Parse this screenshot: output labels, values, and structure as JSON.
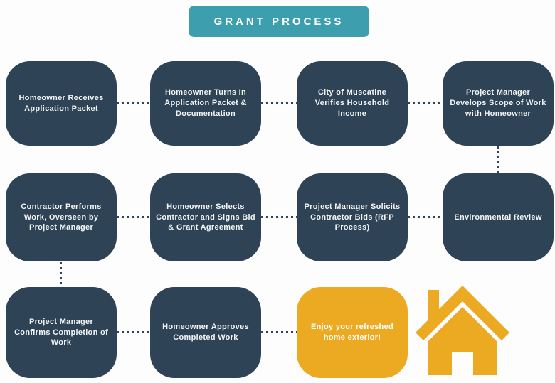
{
  "header": {
    "title": "GRANT PROCESS"
  },
  "colors": {
    "box_dark": "#2e4355",
    "header_teal": "#3d9fae",
    "highlight_yellow": "#ebaa21",
    "text": "#f2f4f5",
    "background": "#fdfdfd"
  },
  "steps": [
    {
      "label": "Homeowner Receives Application Packet",
      "variant": "dark",
      "row": 1,
      "col": 1
    },
    {
      "label": "Homeowner Turns In Application Packet & Documentation",
      "variant": "dark",
      "row": 1,
      "col": 2
    },
    {
      "label": "City of Muscatine Verifies Household Income",
      "variant": "dark",
      "row": 1,
      "col": 3
    },
    {
      "label": "Project Manager Develops Scope of Work with Homeowner",
      "variant": "dark",
      "row": 1,
      "col": 4
    },
    {
      "label": "Contractor Performs Work, Overseen by Project Manager",
      "variant": "dark",
      "row": 2,
      "col": 1
    },
    {
      "label": "Homeowner Selects Contractor and Signs Bid & Grant Agreement",
      "variant": "dark",
      "row": 2,
      "col": 2
    },
    {
      "label": "Project Manager Solicits Contractor Bids (RFP Process)",
      "variant": "dark",
      "row": 2,
      "col": 3
    },
    {
      "label": "Environmental Review",
      "variant": "dark",
      "row": 2,
      "col": 4
    },
    {
      "label": "Project Manager Confirms Completion of Work",
      "variant": "dark",
      "row": 3,
      "col": 1
    },
    {
      "label": "Homeowner Approves Completed Work",
      "variant": "dark",
      "row": 3,
      "col": 2
    },
    {
      "label": "Enjoy your refreshed home exterior!",
      "variant": "yellow",
      "row": 3,
      "col": 3
    }
  ],
  "icons": {
    "house": "house-icon"
  }
}
